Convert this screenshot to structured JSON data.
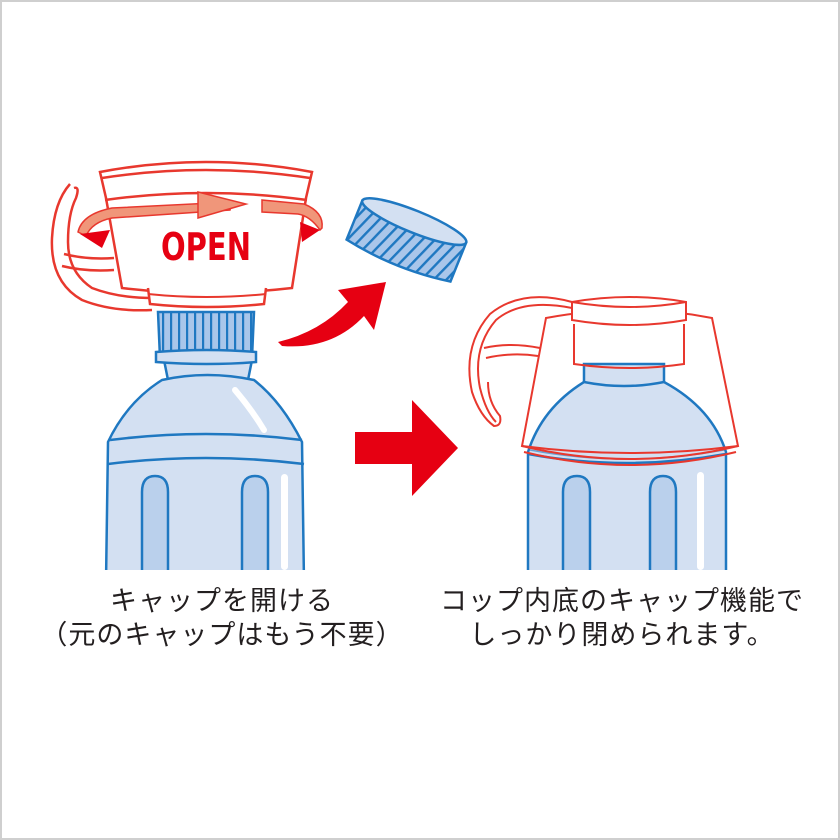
{
  "illustration": {
    "left_step": {
      "cup_label": "OPEN",
      "caption_lines": [
        "キャップを開ける",
        "（元のキャップはもう不要）"
      ]
    },
    "right_step": {
      "caption_lines": [
        "コップ内底のキャップ機能で",
        "しっかり閉められます。"
      ]
    }
  },
  "colors": {
    "cup_outline": "#e8382e",
    "rotate_arrow": "#f0967a",
    "red_arrow": "#e60012",
    "bottle_fill": "#d3e0f2",
    "bottle_outline": "#1f78c1",
    "cap_fill": "#a9c6ea",
    "text": "#231f20",
    "frame_border": "#cfcfcf"
  },
  "icons": {
    "rotate_arrow": "rotate-clockwise-arrow",
    "curved_arrow": "curved-up-arrow",
    "next_step_arrow": "right-arrow"
  }
}
